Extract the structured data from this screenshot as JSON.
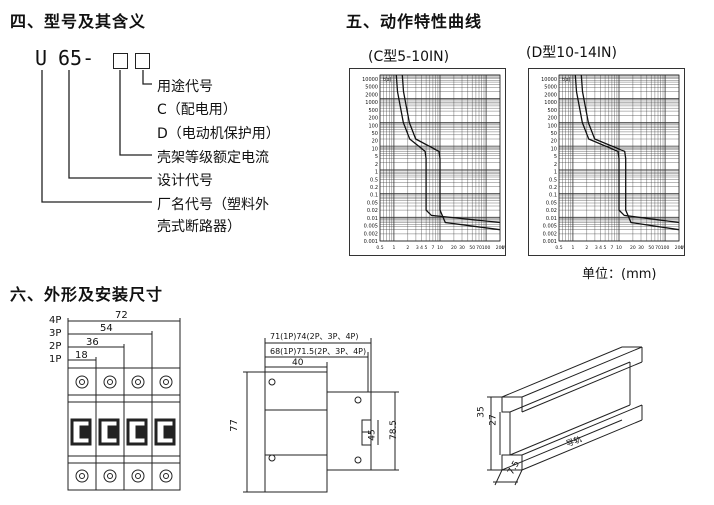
{
  "section4": {
    "title": "四、型号及其含义",
    "code_u": "U",
    "code_65": "65-",
    "items": {
      "usage": "用途代号",
      "c_type": "C（配电用）",
      "d_type": "D（电动机保护用）",
      "frame": "壳架等级额定电流",
      "design": "设计代号",
      "maker_line1": "厂名代号（塑料外",
      "maker_line2": "壳式断路器）"
    }
  },
  "section5": {
    "title": "五、动作特性曲线",
    "curve_c_label": "(C型5-10IN)",
    "curve_d_label": "(D型10-14IN)",
    "y_axis_label": "t(s)",
    "y_ticks": [
      "10000",
      "5000",
      "2000",
      "1000",
      "500",
      "200",
      "100",
      "50",
      "20",
      "10",
      "5",
      "2",
      "1",
      "0.5",
      "0.2",
      "0.1",
      "0.05",
      "0.02",
      "0.01",
      "0.005",
      "0.002",
      "0.001"
    ],
    "x_ticks": [
      "0.5",
      "1",
      "2",
      "3 4 5",
      "7",
      "10",
      "20",
      "30",
      "50",
      "70",
      "100",
      "200"
    ],
    "x_axis_label": "I/IN",
    "unit": "单位：(mm)"
  },
  "section6": {
    "title": "六、外形及安装尺寸",
    "poles": [
      "4P",
      "3P",
      "2P",
      "1P"
    ],
    "widths": [
      "72",
      "54",
      "36",
      "18"
    ],
    "side_dim_top1": "71(1P)74(2P、3P、4P)",
    "side_dim_top2": "68(1P)71.5(2P、3P、4P)",
    "side_dim_40": "40",
    "height_77": "77",
    "height_45": "45",
    "height_785": "78.5",
    "rail_35": "35",
    "rail_27": "27",
    "rail_75": "7.5",
    "rail_label": "导轨"
  },
  "colors": {
    "line": "#222222",
    "curve": "#111111",
    "grid": "#333333"
  }
}
